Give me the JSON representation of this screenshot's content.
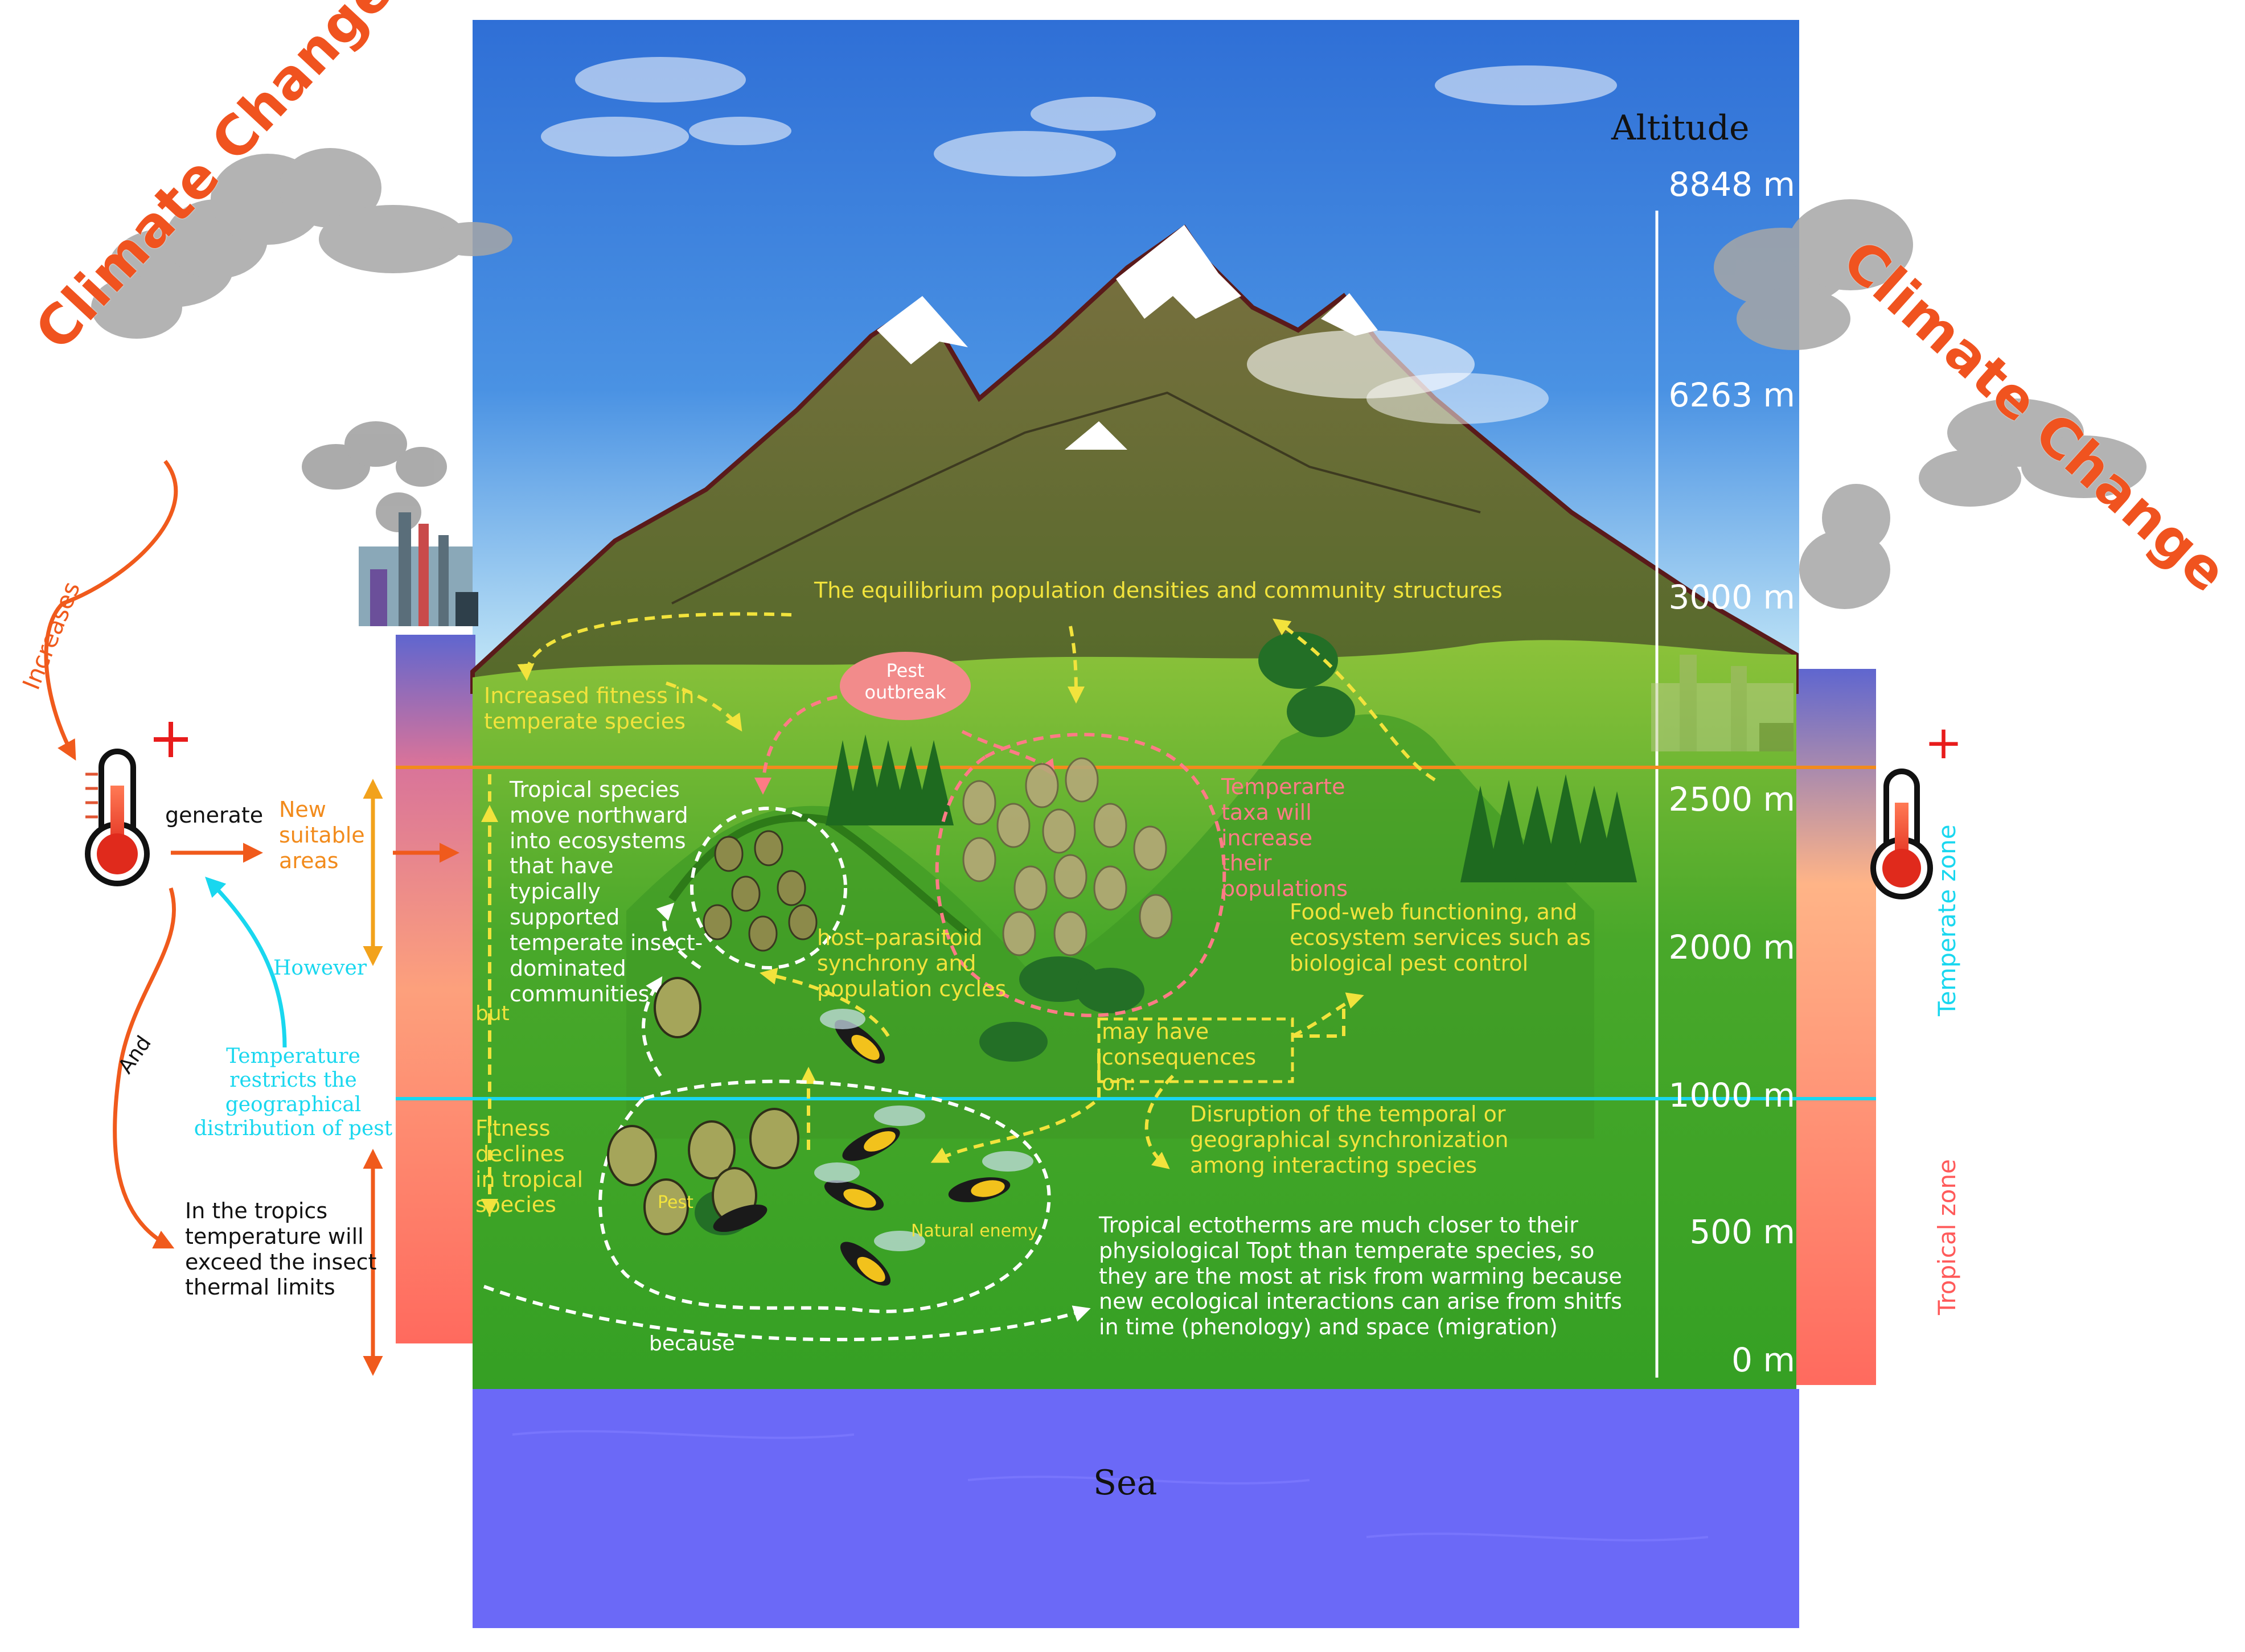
{
  "labels": {
    "climate_change_left": "Climate Change",
    "climate_change_right": "Climate Change",
    "increases": "Increases",
    "generate": "generate",
    "new_suitable_areas": "New suitable areas",
    "however": "However",
    "temperature_restricts": "Temperature restricts the geographical distribution of pest",
    "and": "And",
    "tropics_limits": "In the tropics temperature will exceed the insect thermal limits",
    "plus_left": "+",
    "plus_right": "+",
    "altitude_title": "Altitude",
    "sea": "Sea",
    "temperate_zone": "Temperate zone",
    "tropical_zone": "Tropical zone",
    "equilibrium": "The equilibrium population densities and community structures",
    "pest_outbreak": "Pest outbreak",
    "increased_fitness": "Increased fitness in temperate species",
    "tropical_move": "Tropical species move northward into ecosystems that have typically supported temperate insect-dominated communities",
    "but": "but",
    "host_parasitoid": "host–parasitoid synchrony and population cycles",
    "temperate_taxa": "Temperarte taxa will increase their populations",
    "food_web": "Food-web functioning, and ecosystem services such as biological pest control",
    "may_have": "may have consequences on:",
    "disruption": "Disruption of the temporal or geographical synchronization among interacting species",
    "fitness_declines": "Fitness declines in tropical species",
    "pest": "Pest",
    "natural_enemy": "Natural enemy",
    "tropical_ectotherms": "Tropical ectotherms are much closer to their physiological Topt than temperate species, so they are the most at risk from warming because new ecological interactions can arise from shitfs in time (phenology) and space (migration)",
    "because": "because"
  },
  "altitudes": [
    "8848 m",
    "6263 m",
    "3000 m",
    "2500 m",
    "2000 m",
    "1000 m",
    "500 m",
    "0 m"
  ],
  "colors": {
    "sky_top": "#2f6fd6",
    "sky_bottom": "#bfe3f7",
    "mountain": "#6f6a3a",
    "valley_green": "#3ea425",
    "sea": "#6b69f7",
    "arrow_orange": "#f05a1c",
    "arrow_yellow": "#f2e33c",
    "arrow_white": "#ffffff",
    "arrow_pink": "#ff7b86",
    "line_orange": "#f28b1c",
    "line_cyan": "#19d7ef",
    "climate_text": "#f0531f"
  },
  "icons": [
    "thermometer-icon",
    "factory-icon",
    "smoke-cloud-icon",
    "pine-tree-icon",
    "beetle-icon",
    "wasp-icon"
  ]
}
